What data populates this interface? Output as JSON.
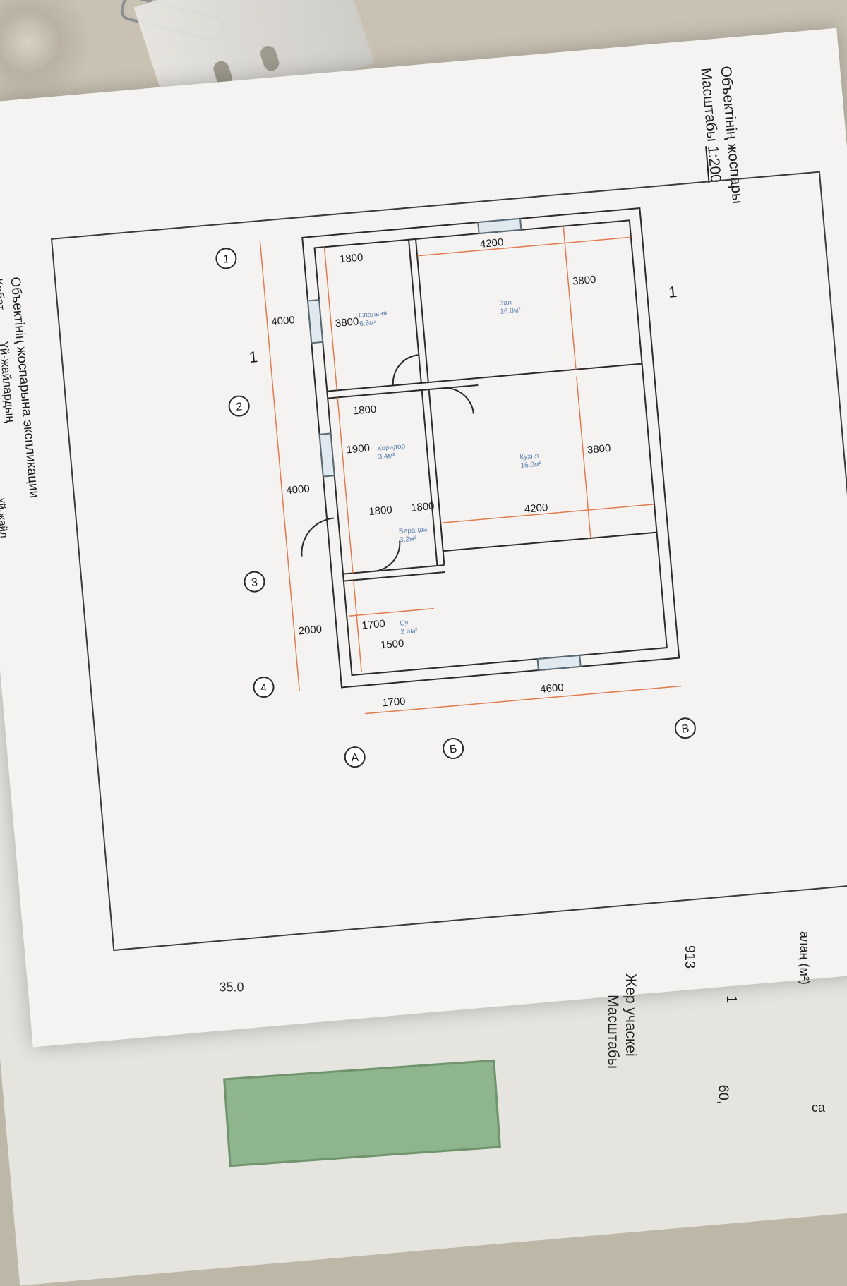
{
  "document": {
    "plan_title": "Объектінің жоспары",
    "scale_label": "Масштабы",
    "scale_value": "1:200",
    "section_mark": "1",
    "explication_title": "Объектінің жоспарына экспликации",
    "explication_col1": "Кабат",
    "explication_col2": "Үй-жайлардың",
    "explication_col2_partial": "Үй-жайл",
    "footer_value": "35.0"
  },
  "right_panel": {
    "header_partial": "алаң (м²)",
    "cell_1": "1",
    "cell_913": "913",
    "cell_60": "60,",
    "land_title": "Жер учаскеі",
    "land_scale": "Масштабы",
    "corner_partial": "са"
  },
  "plan": {
    "axes_numbers": [
      "1",
      "2",
      "3",
      "4"
    ],
    "axes_letters": [
      "А",
      "Б",
      "В"
    ],
    "dims_horizontal": [
      "4000",
      "4000",
      "2000"
    ],
    "dims_vertical": [
      "1700",
      "4600"
    ],
    "rooms": [
      {
        "name": "Спальня",
        "area": "6.8м²",
        "w": "1800",
        "h": "3800"
      },
      {
        "name": "Зал",
        "area": "16.0м²",
        "w": "4200",
        "h": "3800"
      },
      {
        "name": "Кухня",
        "area": "16.0м²",
        "w": "4200",
        "h": "3800"
      },
      {
        "name": "Коридор",
        "area": "3.4м²",
        "w": "1800",
        "h": "1900"
      },
      {
        "name": "Веранда",
        "area": "3.2м²",
        "w": "1800",
        "h": "1800"
      },
      {
        "name": "Су",
        "area": "2.6м²",
        "w": "1500",
        "h": "1700"
      }
    ]
  }
}
